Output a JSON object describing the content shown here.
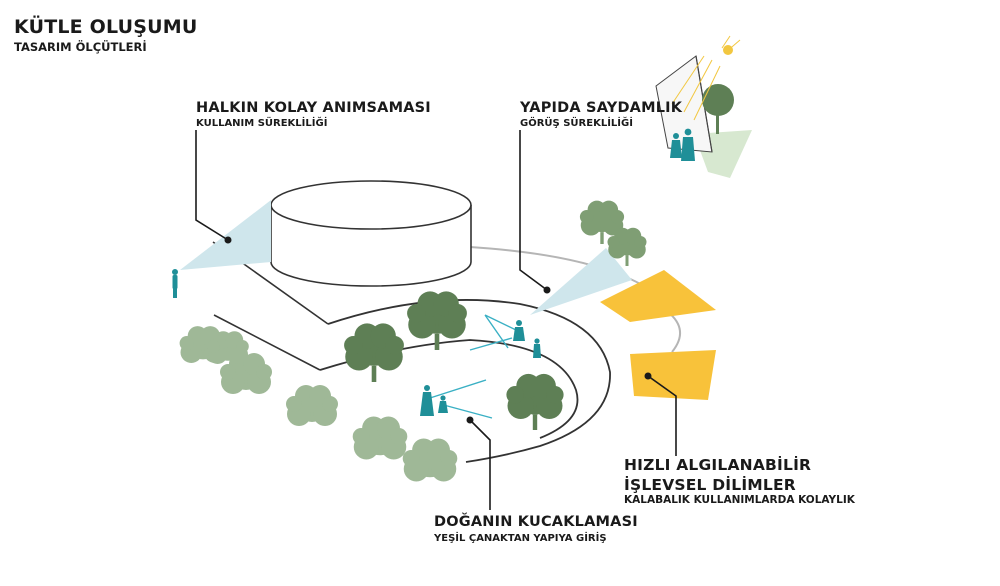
{
  "header": {
    "title": "KÜTLE OLUŞUMU",
    "subtitle": "TASARIM ÖLÇÜTLERİ"
  },
  "labels": {
    "memory": {
      "main": "HALKIN KOLAY ANIMSAMASI",
      "sub": "KULLANIM SÜREKLİLİĞİ"
    },
    "transparency": {
      "main": "YAPIDA SAYDAMLIK",
      "sub": "GÖRÜŞ SÜREKLİLİĞİ"
    },
    "functional": {
      "main_line1": "HIZLI ALGILANABİLİR",
      "main_line2": "İŞLEVSEL DİLİMLER",
      "sub": "KALABALIK KULLANIMLARDA KOLAYLIK"
    },
    "nature": {
      "main": "DOĞANIN KUCAKLAMASI",
      "sub": "YEŞİL ÇANAKTAN YAPIYA GİRİŞ"
    }
  },
  "colors": {
    "text": "#1a1a1a",
    "tree": "#7f9e74",
    "tree_dark": "#5e7f55",
    "sight_cone": "#cfe6ec",
    "people": "#1f8f98",
    "slice": "#f8c23a",
    "line": "#333333",
    "gray_arc": "#b5b5b5"
  }
}
